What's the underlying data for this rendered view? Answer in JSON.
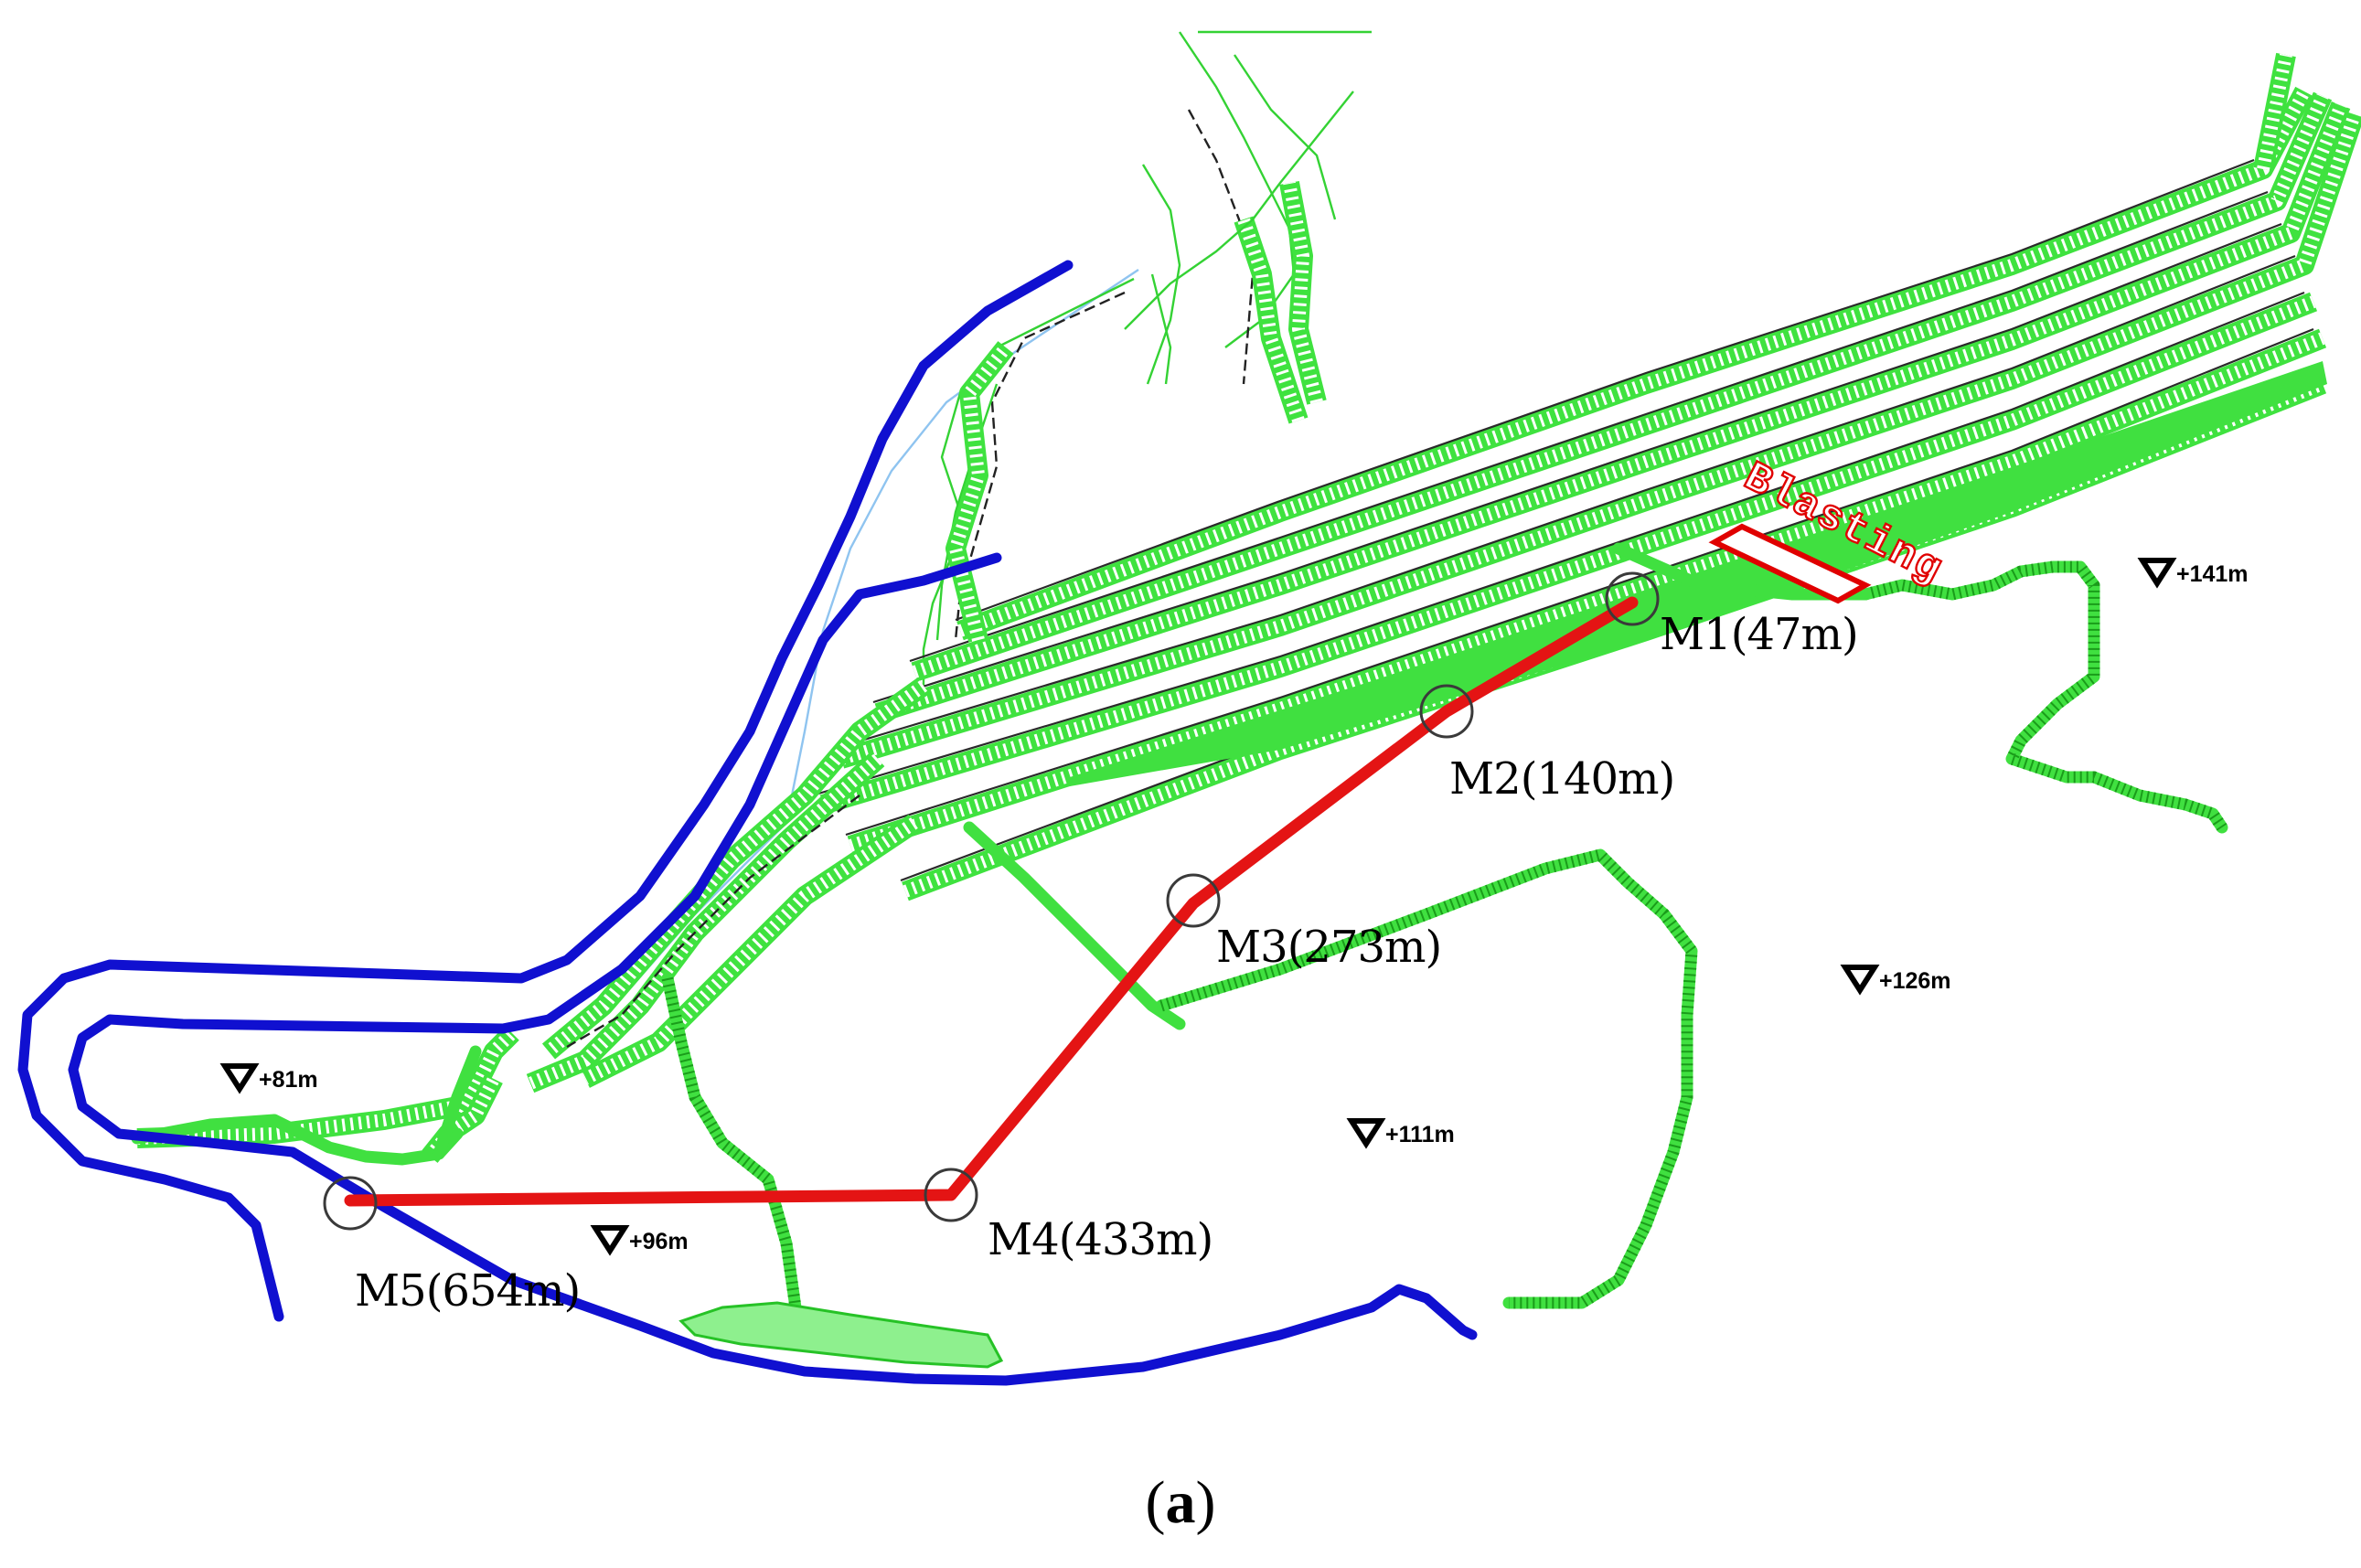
{
  "blasting_label": "Blasting",
  "stations": [
    {
      "id": "M1",
      "label": "M1(47m)",
      "distance_m": 47
    },
    {
      "id": "M2",
      "label": "M2(140m)",
      "distance_m": 140
    },
    {
      "id": "M3",
      "label": "M3(273m)",
      "distance_m": 273
    },
    {
      "id": "M4",
      "label": "M4(433m)",
      "distance_m": 433
    },
    {
      "id": "M5",
      "label": "M5(654m)",
      "distance_m": 654
    }
  ],
  "elevations": [
    {
      "id": "e141",
      "label": "+141m"
    },
    {
      "id": "e126",
      "label": "+126m"
    },
    {
      "id": "e111",
      "label": "+111m"
    },
    {
      "id": "e96",
      "label": "+96m"
    },
    {
      "id": "e81",
      "label": "+81m"
    }
  ],
  "caption": {
    "open": "(",
    "letter": "a",
    "close": ")"
  },
  "colors": {
    "route": "#e41414",
    "river": "#1010d0",
    "terrain": "#40e040",
    "blasting": "#e00000"
  }
}
